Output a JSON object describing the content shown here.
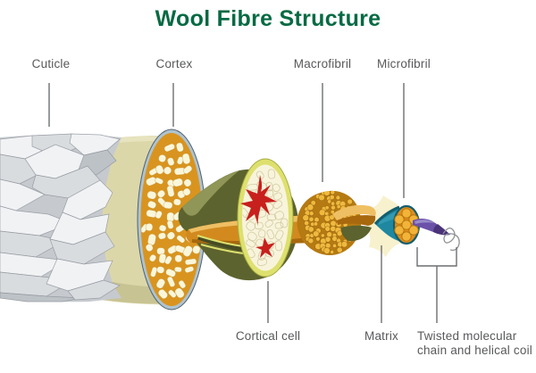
{
  "title": {
    "text": "Wool Fibre Structure"
  },
  "labels": {
    "cuticle": "Cuticle",
    "cortex": "Cortex",
    "macrofibril": "Macrofibril",
    "microfibril": "Microfibril",
    "cortical_cell": "Cortical cell",
    "matrix": "Matrix",
    "twisted_lines": [
      "Twisted molecular",
      "chain and helical coil"
    ]
  },
  "colors": {
    "title_green": "#066A43",
    "label_gray": "#58595B",
    "leader_line": "#6D6E71",
    "fibre_gray_light": "#F1F2F4",
    "fibre_gray_mid": "#D9DCDF",
    "fibre_gray_dark": "#BDC2C7",
    "fibre_base": "#C6CACF",
    "fibre_edge": "#8E949B",
    "cuticle_cream": "#DBD7A9",
    "cuticle_cream_light": "#E9E5C2",
    "cuticle_cream_dark": "#B8B282",
    "cortex_rim_blue": "#AEC3CE",
    "cortex_edge": "#51616E",
    "cortex_orange": "#D9941F",
    "cell_cream": "#FAF6DA",
    "olive_dark": "#5C632E",
    "olive_light": "#8F9657",
    "ochre_cone": "#D28A1E",
    "ochre_light": "#EFBF63",
    "ochre_dark": "#A8680E",
    "cortical_rim": "#DEE06E",
    "cortical_fill": "#F8F4DC",
    "nuclear_red": "#C8201D",
    "pebble_gold": "#EFB93E",
    "pebble_base": "#B57A12",
    "matrix_cream": "#F7F1CD",
    "teal": "#1F87A0",
    "teal_light": "#3BA3B8",
    "teal_dark": "#135E6E",
    "disc_orange": "#E28D1C",
    "gold_circle": "#F2B339",
    "gold_edge": "#B5770D",
    "purple": "#6B51A8",
    "purple_dark": "#4A3379",
    "purple_light": "#978BC9",
    "coil_gray": "#8E9296"
  }
}
